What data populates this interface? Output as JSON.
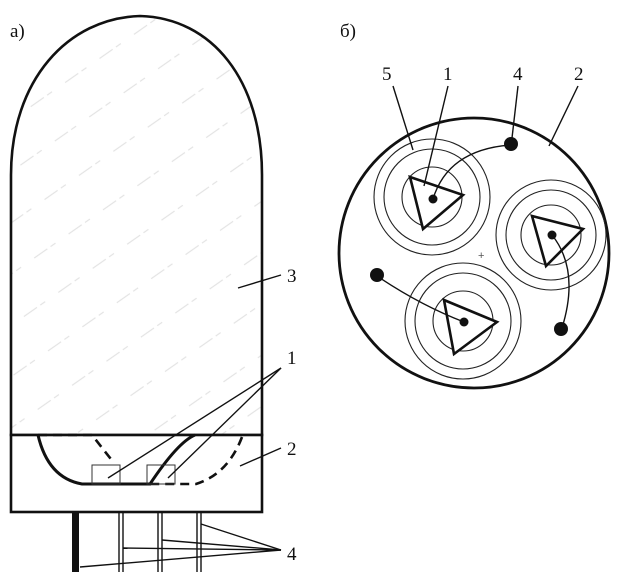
{
  "panel_a": {
    "title": "а)",
    "labels": {
      "chip": "1",
      "base": "2",
      "lens": "3",
      "leads": "4"
    }
  },
  "panel_b": {
    "title": "б)",
    "labels": {
      "ring_outer": "5",
      "chip": "1",
      "wire": "4",
      "body": "2"
    }
  }
}
